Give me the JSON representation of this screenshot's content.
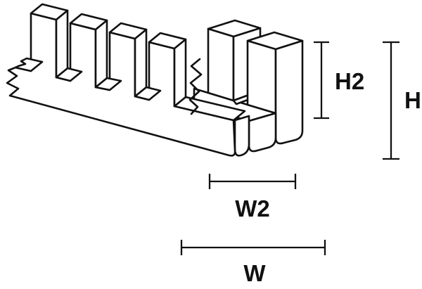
{
  "diagram": {
    "labels": {
      "h2": "H2",
      "h": "H",
      "w2": "W2",
      "w": "W"
    },
    "colors": {
      "line": "#111111",
      "background": "#ffffff",
      "text": "#111111"
    }
  }
}
